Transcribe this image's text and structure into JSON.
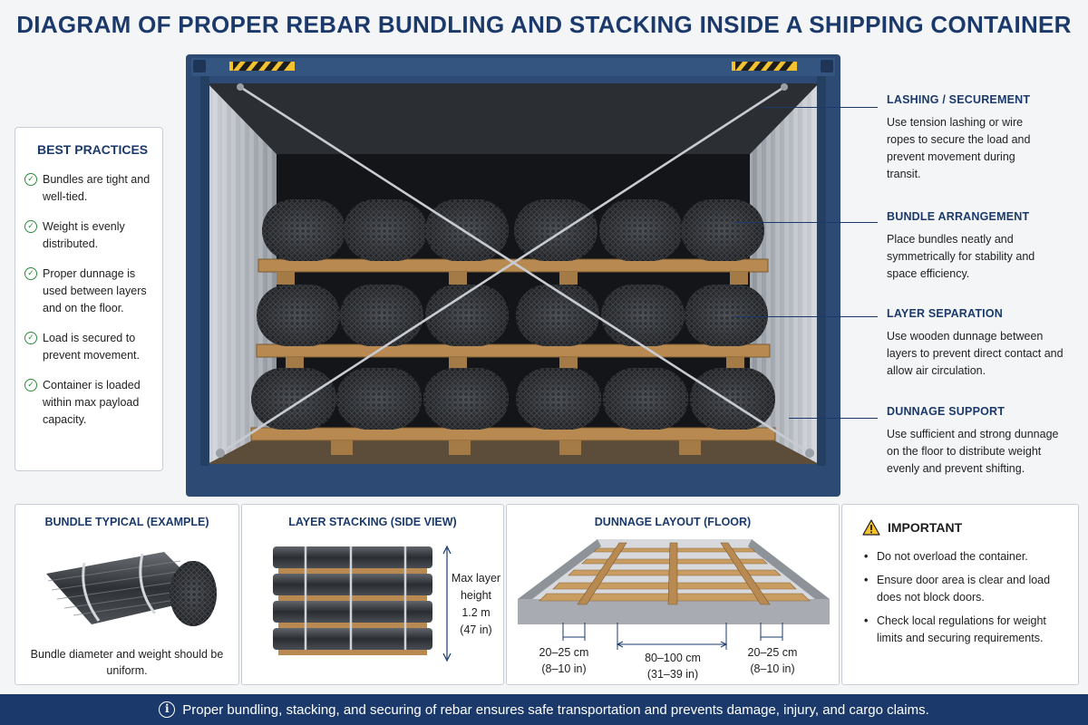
{
  "title": "DIAGRAM OF PROPER REBAR BUNDLING AND STACKING INSIDE A SHIPPING CONTAINER",
  "best_practices": {
    "title": "BEST PRACTICES",
    "items": [
      "Bundles are tight and well-tied.",
      "Weight is evenly distributed.",
      "Proper dunnage is used between layers and on the floor.",
      "Load is secured to prevent movement.",
      "Container is loaded within max payload capacity."
    ]
  },
  "callouts": [
    {
      "title": "LASHING / SECUREMENT",
      "text": "Use tension lashing or wire ropes to secure the load and prevent movement during transit."
    },
    {
      "title": "BUNDLE ARRANGEMENT",
      "text": "Place bundles neatly and symmetrically for stability and space efficiency."
    },
    {
      "title": "LAYER SEPARATION",
      "text": "Use wooden dunnage between layers to prevent direct contact and allow air circulation."
    },
    {
      "title": "DUNNAGE SUPPORT",
      "text": "Use sufficient and strong dunnage on the floor to distribute weight evenly and prevent shifting."
    }
  ],
  "panels": {
    "bundle": {
      "title": "BUNDLE TYPICAL (EXAMPLE)",
      "caption": "Bundle diameter and weight should be uniform."
    },
    "stacking": {
      "title": "LAYER STACKING (SIDE VIEW)",
      "height_label": "Max layer height",
      "height_metric": "1.2 m",
      "height_imperial": "(47 in)"
    },
    "dunnage": {
      "title": "DUNNAGE LAYOUT (FLOOR)",
      "dims": [
        {
          "metric": "20–25 cm",
          "imperial": "(8–10 in)"
        },
        {
          "metric": "80–100 cm",
          "imperial": "(31–39 in)"
        },
        {
          "metric": "20–25 cm",
          "imperial": "(8–10 in)"
        }
      ]
    },
    "important": {
      "title": "IMPORTANT",
      "items": [
        "Do not overload the container.",
        "Ensure door area is clear and load does not block doors.",
        "Check local regulations for weight limits and securing requirements."
      ]
    }
  },
  "footer": "Proper bundling, stacking, and securing of rebar ensures safe transportation and prevents damage, injury, and cargo claims.",
  "colors": {
    "navy": "#1b3a6b",
    "container": "#2c4a74",
    "wood": "#b88a52",
    "check": "#2e8b3a",
    "warning": "#f2c230"
  }
}
